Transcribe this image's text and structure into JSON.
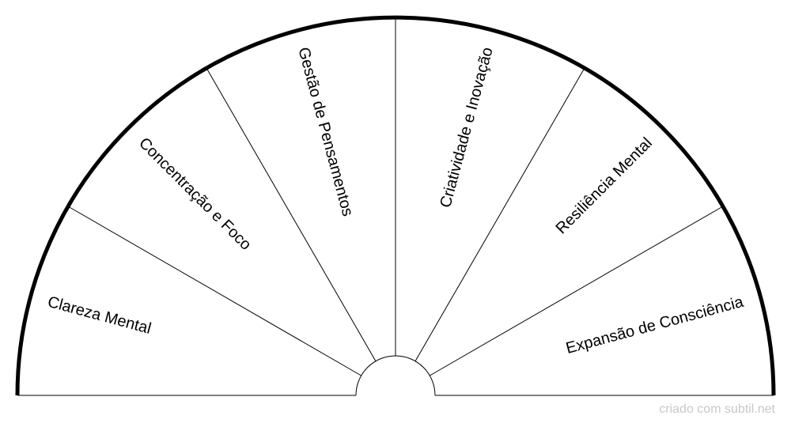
{
  "segments": [
    "Clareza Mental",
    "Concentração e Foco",
    "Gestão de Pensamentos",
    "Criatividade e Inovação",
    "Resiliência Mental",
    "Expansão de Consciência"
  ],
  "footer": "criado com subtil.net",
  "colors": {
    "line": "#000000",
    "background": "#ffffff",
    "footer": "#c8c8c8"
  }
}
